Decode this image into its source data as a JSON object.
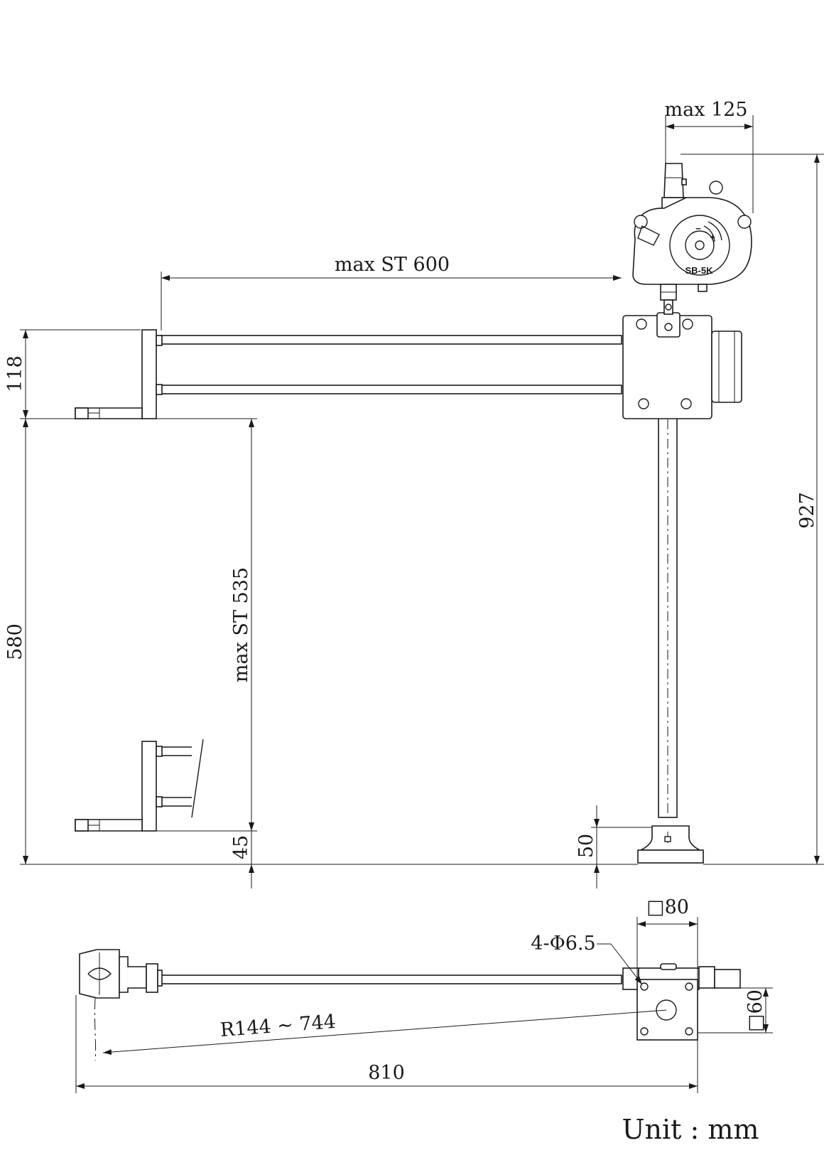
{
  "dimensions": {
    "top_width": "max 125",
    "arm_stroke": "max ST 600",
    "height_total": "927",
    "offset_118": "118",
    "height_580": "580",
    "vertical_stroke": "max ST 535",
    "offset_45": "45",
    "base_50": "50",
    "base_square": "□80",
    "holes": "4-Φ6.5",
    "mount_square": "□60",
    "radius": "R144 ~ 744",
    "total_length": "810"
  },
  "balancer_label": "SB-5K",
  "balancer_signs": {
    "minus": "−",
    "plus": "+"
  },
  "unit_note": "Unit : mm"
}
